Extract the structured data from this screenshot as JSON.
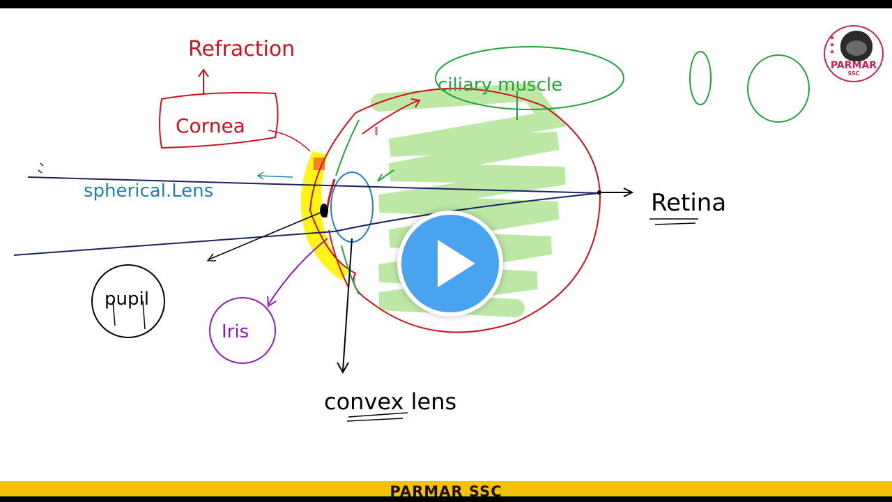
{
  "labels": {
    "refraction": "Refraction",
    "cornea": "Cornea",
    "ciliary_muscle": "ciliary muscle",
    "spherical_lens": "spherical.Lens",
    "retina": "Retina",
    "pupil": "pupil",
    "iris": "Iris",
    "convex_lens": "convex lens"
  },
  "footer": {
    "channel_name": "PARMAR SSC"
  },
  "logo": {
    "name": "PARMAR",
    "sub": "SSC"
  },
  "colors": {
    "red": "#d0101e",
    "green": "#1fa33a",
    "blue": "#1f7fb3",
    "navy": "#1a2060",
    "purple": "#8a1bbf",
    "highlight_green": "#b9e6a0",
    "yellow": "#fff200",
    "orange": "#f58220",
    "footer": "#f5c20a",
    "play": "#4aa3ef"
  },
  "icons": {
    "play": "play-icon",
    "logo": "lion-logo-icon"
  }
}
